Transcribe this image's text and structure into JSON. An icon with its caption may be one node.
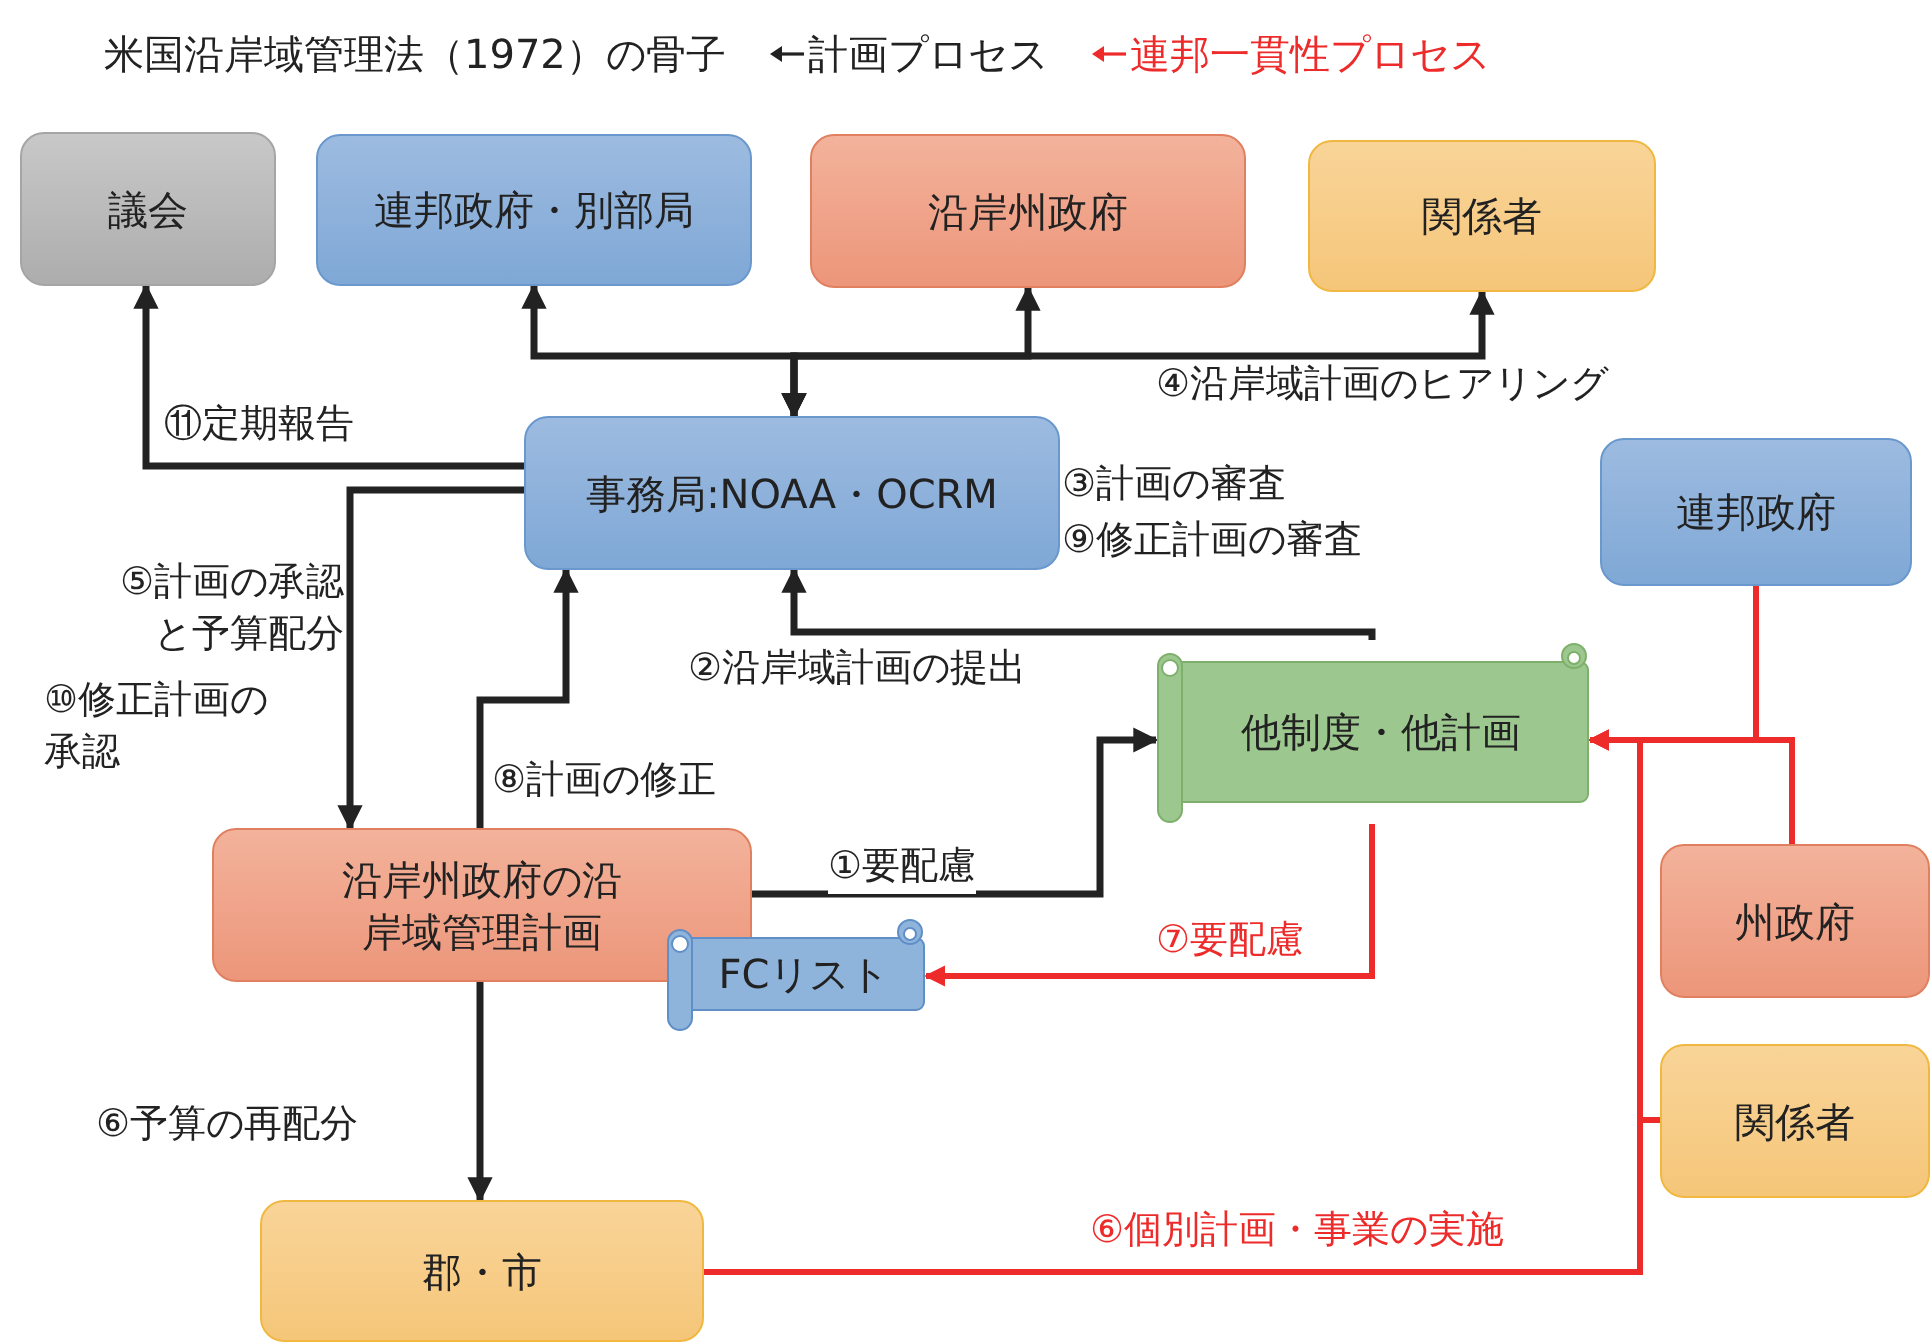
{
  "diagram": {
    "title": "米国沿岸域管理法（1972）の骨子",
    "nodes": [
      {
        "text": [
          "議会"
        ]
      },
      {
        "text": [
          "連邦政府・別部局"
        ]
      },
      {
        "text": [
          "沿岸州政府"
        ]
      },
      {
        "text": [
          "関係者"
        ]
      },
      {
        "text": [
          "事務局:NOAA・OCRM"
        ],
        "beside": [
          "③計画の審査",
          "⑨修正計画の審査"
        ]
      },
      {
        "text": [
          "連邦政府"
        ]
      },
      {
        "text": [
          "他制度・他計画"
        ]
      },
      {
        "text": [
          "沿岸州政府の沿岸域管理計画"
        ]
      },
      {
        "text": [
          "FCリスト"
        ]
      },
      {
        "text": [
          "州政府"
        ]
      },
      {
        "text": [
          "関係者"
        ]
      },
      {
        "text": [
          "郡・市"
        ]
      }
    ],
    "edges": [
      {
        "from": 4,
        "to": 0,
        "arrow": "to",
        "label": "⑪定期報告"
      },
      {
        "from": 4,
        "to": 1,
        "arrow": "both"
      },
      {
        "from": 4,
        "to": 2,
        "arrow": "both"
      },
      {
        "from": 4,
        "to": 3,
        "arrow": "both",
        "label": "④沿岸域計画のヒアリング"
      },
      {
        "from": 4,
        "to": 7,
        "arrow": "to",
        "label": "⑤計画の承認と予算配分"
      },
      {
        "from": 7,
        "to": 4,
        "arrow": "to",
        "label": "⑧計画の修正"
      },
      {
        "from": 6,
        "to": 4,
        "arrow": "to",
        "label": "②沿岸域計画の提出"
      },
      {
        "from": 7,
        "to": 6,
        "arrow": "to",
        "label": "①要配慮"
      },
      {
        "from": 6,
        "to": 8,
        "arrow": "to",
        "label": "⑦要配慮",
        "color": "#ee2b2b"
      },
      {
        "from": 5,
        "to": 6,
        "arrow": "to",
        "color": "#ee2b2b"
      },
      {
        "from": 9,
        "to": 6,
        "arrow": "to",
        "color": "#ee2b2b"
      },
      {
        "from": 10,
        "to": 6,
        "arrow": "to",
        "color": "#ee2b2b"
      },
      {
        "from": 11,
        "to": 6,
        "arrow": "to",
        "label": "⑥個別計画・事業の実施",
        "color": "#ee2b2b"
      },
      {
        "from": 7,
        "to": 11,
        "arrow": "to",
        "label": "⑥予算の再配分"
      }
    ],
    "labels": [
      "⑩修正計画の承認"
    ],
    "legend": [
      {
        "text": "計画プロセス",
        "color": "#222222"
      },
      {
        "text": "連邦一貫性プロセス",
        "color": "#ee2b2b"
      }
    ]
  }
}
